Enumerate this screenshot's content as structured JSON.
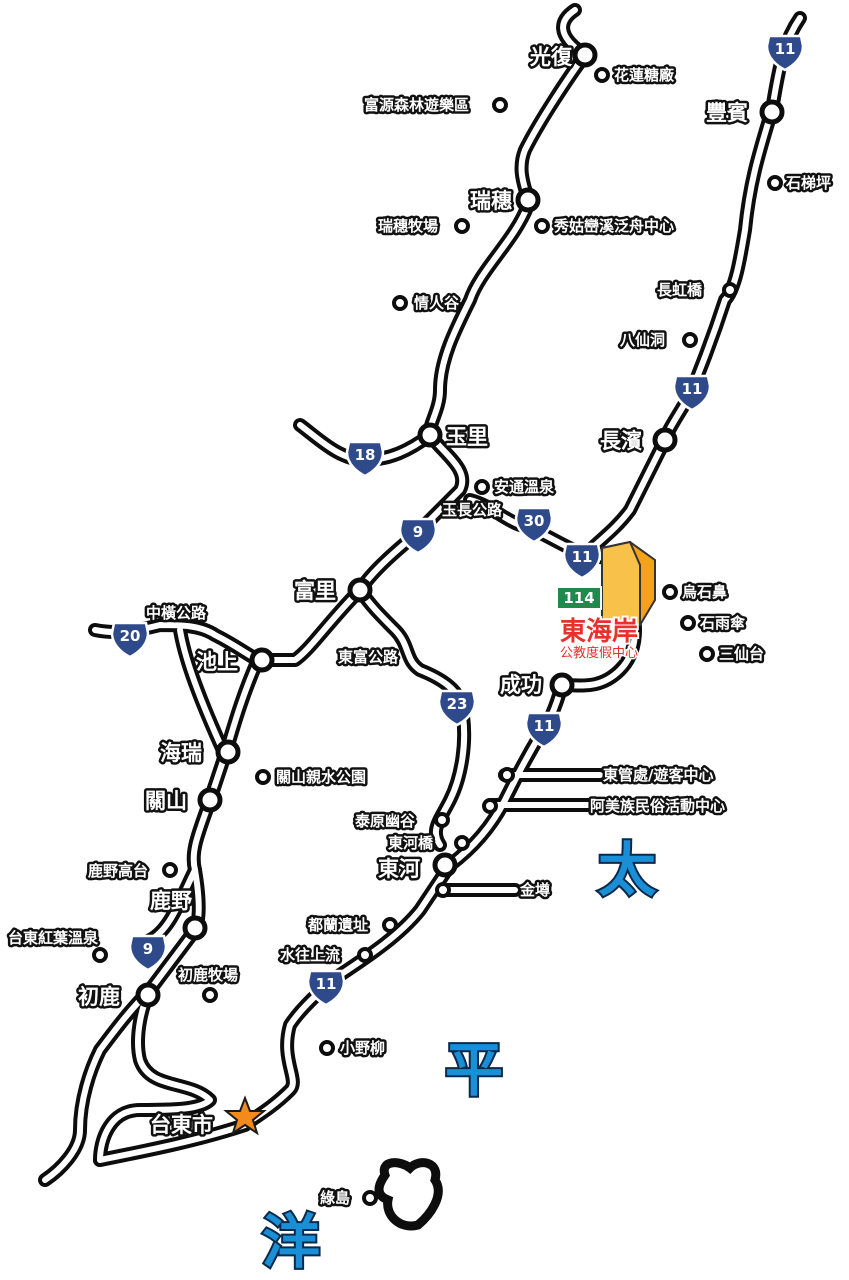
{
  "map": {
    "brand": {
      "name": "東海岸",
      "subtitle": "公教度假中心",
      "route_sign": "114"
    },
    "ocean_label": [
      "太",
      "平",
      "洋"
    ],
    "towns": {
      "guangfu": "光復",
      "ruisui": "瑞穗",
      "fengbin": "豐賓",
      "changbin": "長濱",
      "yuli": "玉里",
      "fuli": "富里",
      "chishang": "池上",
      "hairui": "海瑞",
      "guanshan": "關山",
      "luye": "鹿野",
      "chulu": "初鹿",
      "taitung": "台東市",
      "chenggong": "成功",
      "donghe": "東河"
    },
    "pois": {
      "hualian_sugar": "花蓮糖廠",
      "fuyuan_forest": "富源森林遊樂區",
      "ruisui_ranch": "瑞穗牧場",
      "xiugulan": "秀姑巒溪泛舟中心",
      "qingrengu": "情人谷",
      "shitiping": "石梯坪",
      "changhong_bridge": "長虹橋",
      "baxian_cave": "八仙洞",
      "antong_hotspring": "安通溫泉",
      "yuchang_road": "玉長公路",
      "wushibi": "烏石鼻",
      "shiyusan": "石雨傘",
      "sanxiantai": "三仙台",
      "zhongheng_road": "中橫公路",
      "dongfu_road": "東富公路",
      "guanshan_park": "關山親水公園",
      "donggwan": "東管處/遊客中心",
      "amis_center": "阿美族民俗活動中心",
      "taiyuan_valley": "泰原幽谷",
      "donghe_bridge": "東河橋",
      "jinzun": "金墫",
      "luye_plateau": "鹿野高台",
      "hongye_hotspring": "台東紅葉溫泉",
      "chulu_ranch": "初鹿牧場",
      "dulan_site": "都蘭遺址",
      "water_upstream": "水往上流",
      "xiaoyeliu": "小野柳",
      "green_island": "綠島"
    },
    "routes": {
      "r11": "11",
      "r18": "18",
      "r9": "9",
      "r30": "30",
      "r20": "20",
      "r23": "23"
    },
    "colors": {
      "road": "#0d0d0d",
      "shield": "#2f4a8a",
      "ocean_text": "#1a8fd6",
      "brand_red": "#e8312c",
      "brand_orange": "#f4a21c",
      "star": "#f28a1c"
    },
    "icons": [
      "route-shield-icon",
      "town-marker-icon",
      "star-icon",
      "building-icon"
    ]
  }
}
